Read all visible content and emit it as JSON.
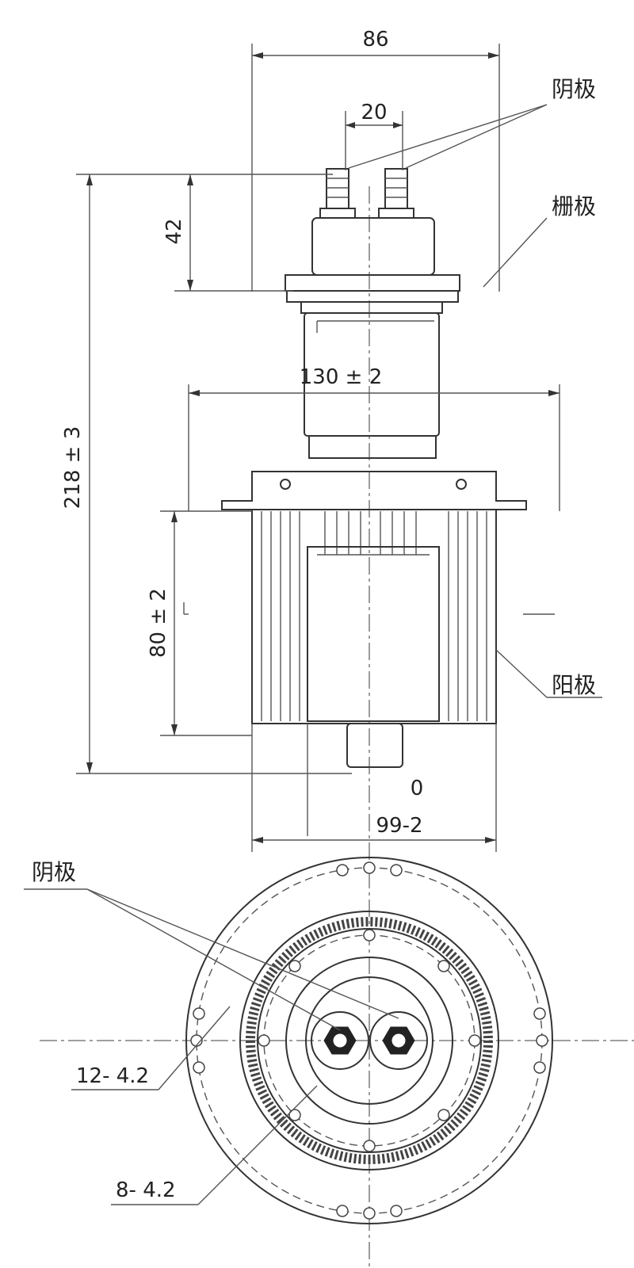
{
  "labels": {
    "cathode_top": "阴极",
    "grid": "栅极",
    "anode": "阳极",
    "cathode_bottom": "阴极"
  },
  "dimensions": {
    "width_top": "86",
    "terminal_spacing": "20",
    "terminal_height": "42",
    "overall_height": "218 ± 3",
    "flange_width": "130 ± 2",
    "anode_height": "80 ± 2",
    "anode_dia_upper": "0",
    "anode_dia_lower": "99-2",
    "holes_outer": "12- 4.2",
    "holes_inner": "8- 4.2"
  }
}
